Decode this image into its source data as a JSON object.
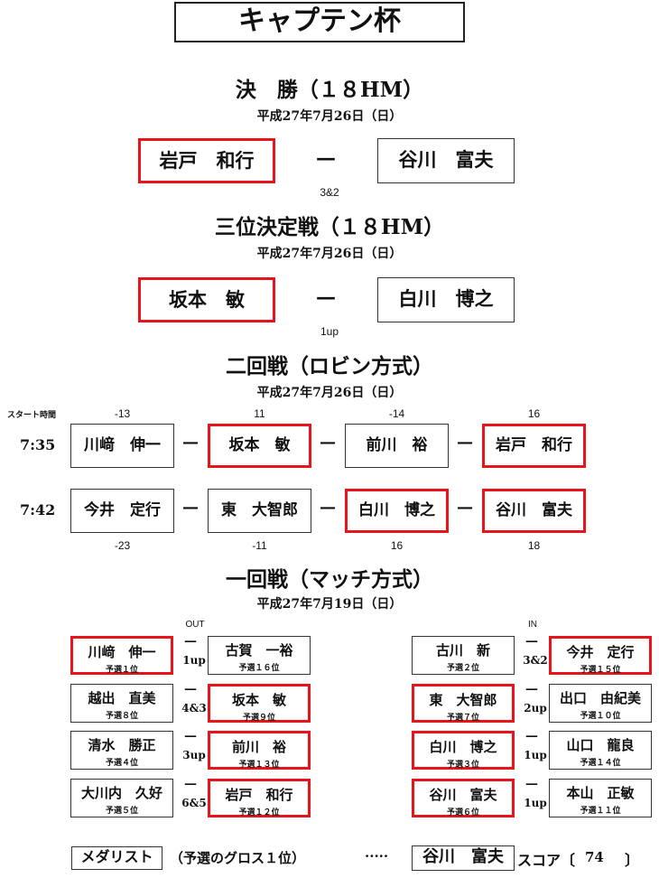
{
  "title": "キャプテン杯",
  "final": {
    "heading": "決　勝（１８HM）",
    "date": "平成27年7月26日（日）",
    "left": "岩戸　和行",
    "right": "谷川　富夫",
    "dash": "—",
    "result": "3&2",
    "winner": "left"
  },
  "third": {
    "heading": "三位決定戦（１８HM）",
    "date": "平成27年7月26日（日）",
    "left": "坂本　敏",
    "right": "白川　博之",
    "dash": "—",
    "result": "1up",
    "winner": "left"
  },
  "round2": {
    "heading": "二回戦（ロビン方式）",
    "date": "平成27年7月26日（日）",
    "start_label": "スタート時間",
    "dash": "—",
    "groups": [
      {
        "time": "7:35",
        "players": [
          {
            "name": "川﨑　伸一",
            "score": "-13",
            "adv": false
          },
          {
            "name": "坂本　敏",
            "score": "11",
            "adv": true
          },
          {
            "name": "前川　裕",
            "score": "-14",
            "adv": false
          },
          {
            "name": "岩戸　和行",
            "score": "16",
            "adv": true
          }
        ]
      },
      {
        "time": "7:42",
        "players": [
          {
            "name": "今井　定行",
            "score": "-23",
            "adv": false
          },
          {
            "name": "東　大智郎",
            "score": "-11",
            "adv": false
          },
          {
            "name": "白川　博之",
            "score": "16",
            "adv": true
          },
          {
            "name": "谷川　富夫",
            "score": "18",
            "adv": true
          }
        ]
      }
    ]
  },
  "round1": {
    "heading": "一回戦（マッチ方式）",
    "date": "平成27年7月19日（日）",
    "out_label": "OUT",
    "in_label": "IN",
    "dash": "—",
    "out": [
      {
        "a": {
          "name": "川﨑　伸一",
          "rank": "予選１位"
        },
        "b": {
          "name": "古賀　一裕",
          "rank": "予選１６位"
        },
        "result": "1up",
        "winner": "a"
      },
      {
        "a": {
          "name": "越出　直美",
          "rank": "予選８位"
        },
        "b": {
          "name": "坂本　敏",
          "rank": "予選９位"
        },
        "result": "4&3",
        "winner": "b"
      },
      {
        "a": {
          "name": "清水　勝正",
          "rank": "予選４位"
        },
        "b": {
          "name": "前川　裕",
          "rank": "予選１３位"
        },
        "result": "3up",
        "winner": "b"
      },
      {
        "a": {
          "name": "大川内　久好",
          "rank": "予選５位"
        },
        "b": {
          "name": "岩戸　和行",
          "rank": "予選１２位"
        },
        "result": "6&5",
        "winner": "b"
      }
    ],
    "in": [
      {
        "a": {
          "name": "古川　新",
          "rank": "予選２位"
        },
        "b": {
          "name": "今井　定行",
          "rank": "予選１５位"
        },
        "result": "3&2",
        "winner": "b"
      },
      {
        "a": {
          "name": "東　大智郎",
          "rank": "予選７位"
        },
        "b": {
          "name": "出口　由紀美",
          "rank": "予選１０位"
        },
        "result": "2up",
        "winner": "a"
      },
      {
        "a": {
          "name": "白川　博之",
          "rank": "予選３位"
        },
        "b": {
          "name": "山口　龍良",
          "rank": "予選１４位"
        },
        "result": "1up",
        "winner": "a"
      },
      {
        "a": {
          "name": "谷川　富夫",
          "rank": "予選６位"
        },
        "b": {
          "name": "本山　正敏",
          "rank": "予選１１位"
        },
        "result": "1up",
        "winner": "a"
      }
    ]
  },
  "medalist": {
    "label": "メダリスト",
    "note": "（予選のグロス１位）",
    "dots": "·····",
    "name": "谷川　富夫",
    "score_label": "スコア〔",
    "score": "74",
    "score_close": "〕"
  },
  "colors": {
    "winner_border": "#e8141b",
    "border": "#333333"
  }
}
